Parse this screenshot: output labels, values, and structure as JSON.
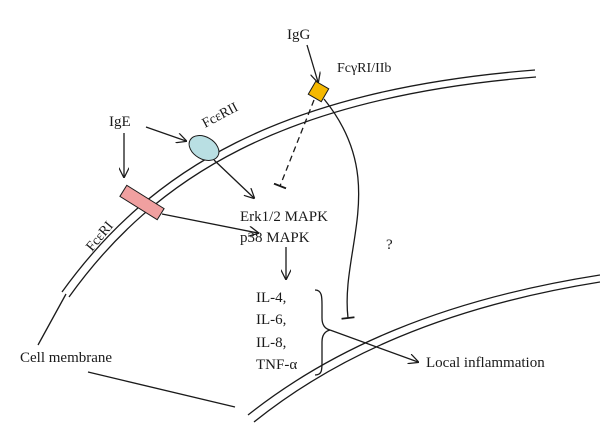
{
  "diagram": {
    "labels": {
      "igg": "IgG",
      "fcgr": "FcγRI/IIb",
      "ige": "IgE",
      "fcer2": "FcεRII",
      "fcer1": "FcεRI",
      "erk": "Erk1/2 MAPK",
      "p38": "p38 MAPK",
      "question": "?",
      "il4": "IL-4,",
      "il6": "IL-6,",
      "il8": "IL-8,",
      "tnf": "TNF-α",
      "local_inflammation": "Local inflammation",
      "cell_membrane": "Cell membrane"
    },
    "colors": {
      "fcgr_receptor": "#f5b800",
      "fcer2_receptor": "#b9dfe3",
      "fcer1_receptor": "#f0a0a0",
      "stroke": "#1a1a1a"
    }
  }
}
